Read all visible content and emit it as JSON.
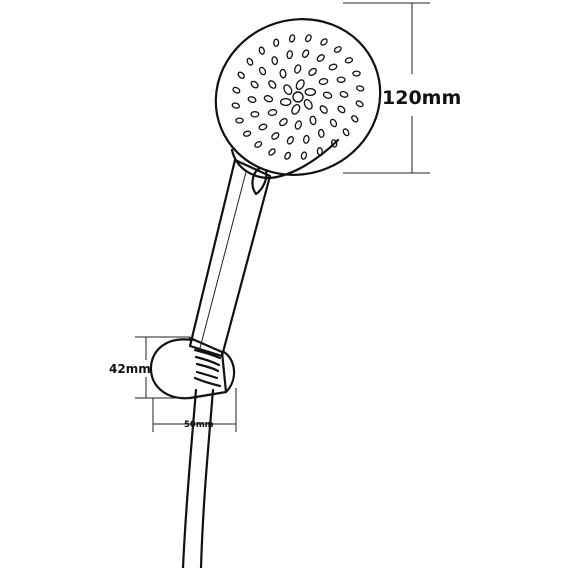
{
  "diagram": {
    "dimensions": {
      "head_diameter": "120mm",
      "holder_height": "42mm",
      "holder_width": "50mm"
    }
  }
}
